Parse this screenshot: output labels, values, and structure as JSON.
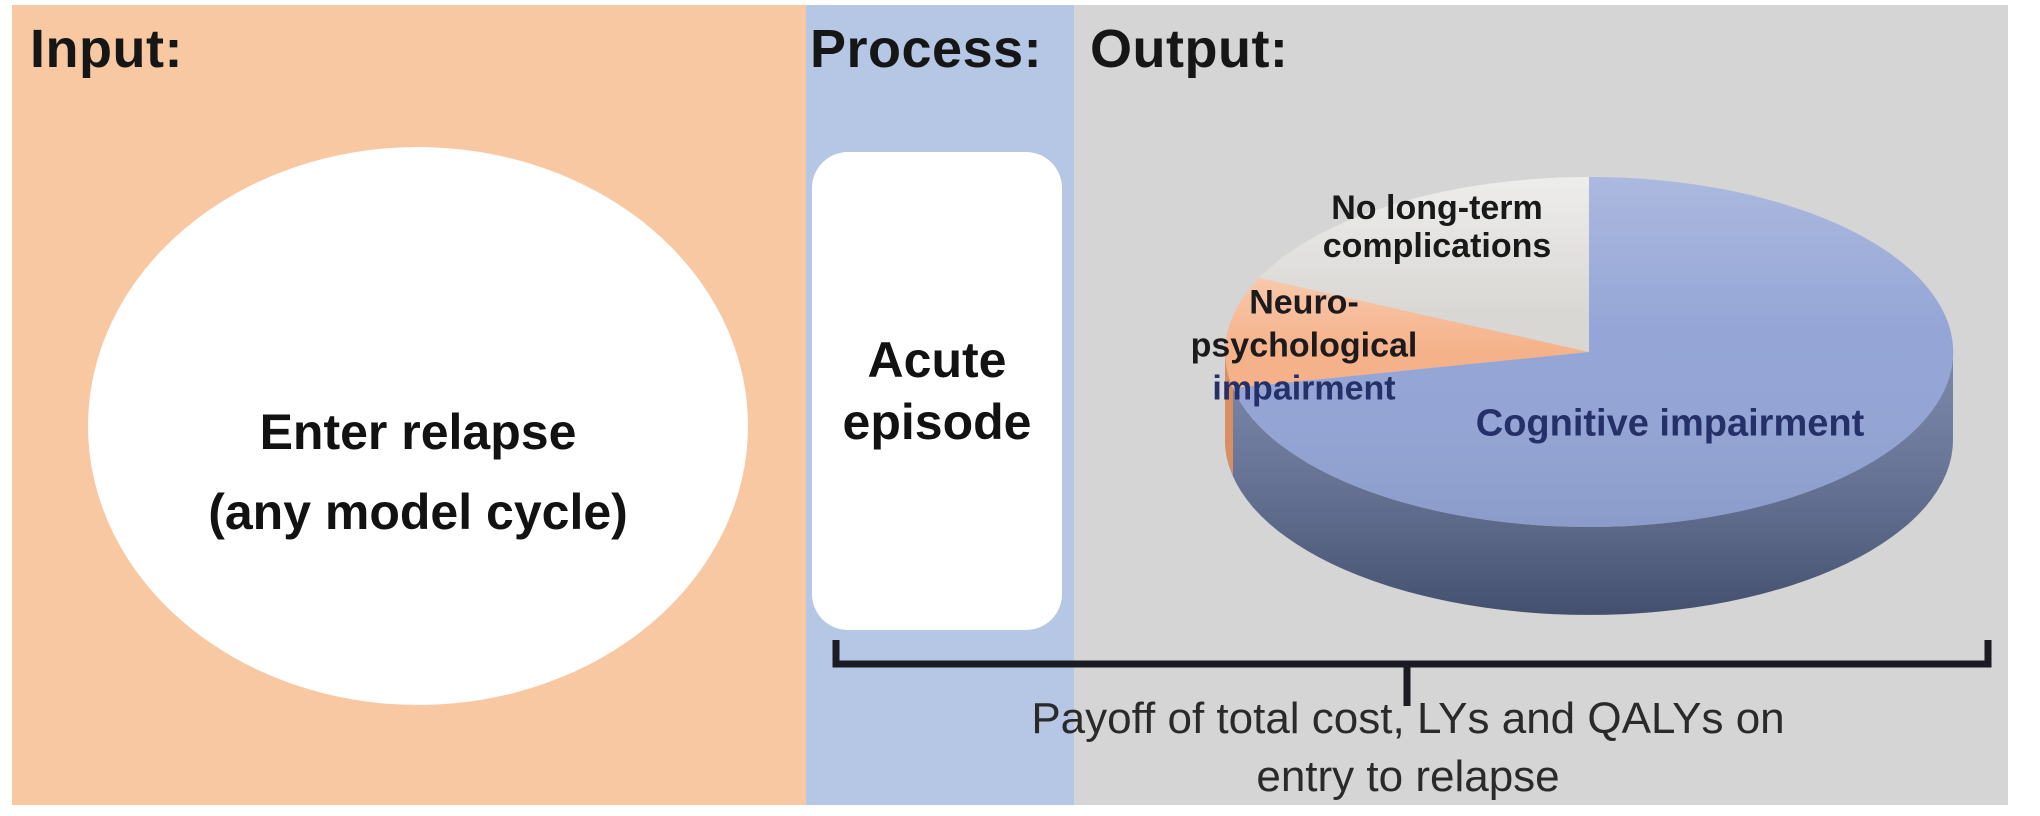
{
  "input": {
    "header": "Input:",
    "bg": "#f7c8a2",
    "node_line1": "Enter relapse",
    "node_line2": "(any model cycle)"
  },
  "process": {
    "header": "Process:",
    "bg": "#b6c7e6",
    "node_line1": "Acute",
    "node_line2": "episode"
  },
  "output": {
    "header": "Output:",
    "bg": "#d5d5d5"
  },
  "pie_labels": {
    "gray_line1": "No long-term",
    "gray_line2": "complications",
    "orange_line1": "Neuro-",
    "orange_line2": "psychological",
    "orange_line3": "impairment",
    "blue_text": "Cognitive impairment"
  },
  "bracket": {
    "color": "#1b1b24",
    "caption_line1": "Payoff of total cost, LYs and QALYs on",
    "caption_line2": "entry to relapse"
  },
  "chart_data": {
    "type": "pie",
    "style": "3d",
    "title": "",
    "legend_position": "labels on/beside slices",
    "slices": [
      {
        "label": "Cognitive impairment",
        "value_pct": 72,
        "color": "#94a5d6",
        "side_color": "#5e6e99"
      },
      {
        "label": "No long-term complications",
        "value_pct": 18,
        "color": "#d8d7d4",
        "side_color": null
      },
      {
        "label": "Neuro-psychological impairment",
        "value_pct": 10,
        "color": "#f5b189",
        "side_color": "#d98f62"
      }
    ],
    "values_note": "percentages estimated from slice arc angles; no numeric labels shown in figure"
  }
}
